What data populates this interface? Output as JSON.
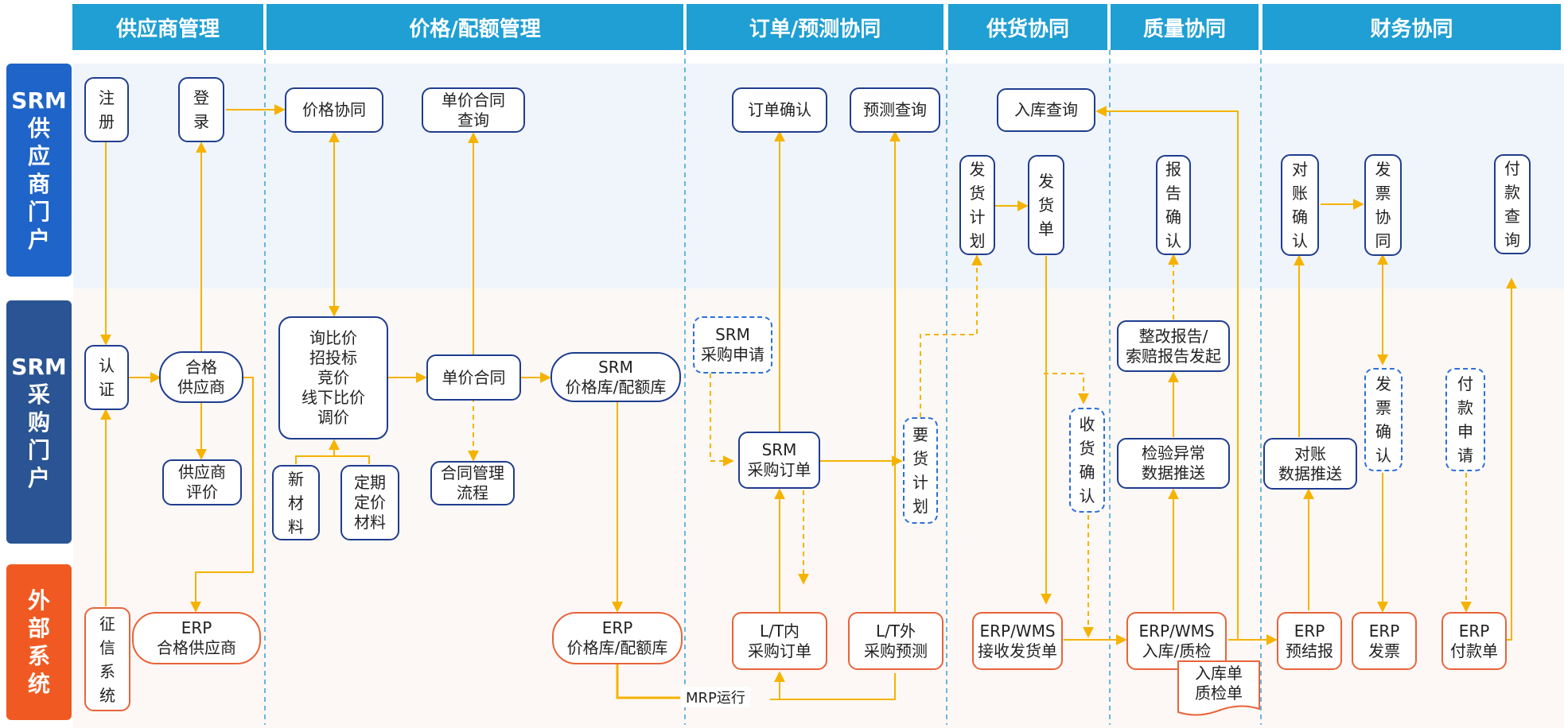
{
  "headers": [
    "供应商管理",
    "价格/配额管理",
    "订单/预测协同",
    "供货协同",
    "质量协同",
    "财务协同"
  ],
  "lanes": [
    {
      "label": "SRM供应商门户",
      "color": "#1f64c8"
    },
    {
      "label": "SRM采购门户",
      "color": "#2a5493"
    },
    {
      "label": "外部系统",
      "color": "#f05a22"
    }
  ],
  "nodes": {
    "zhuce": "注册",
    "denglu": "登录",
    "renzheng": "认证",
    "hege": "合格供应商",
    "pingjia": "供应商评价",
    "zhengxin": "征信系统",
    "erp_hege": "ERP合格供应商",
    "jiage_xietong": "价格协同",
    "danjia_chaxun": "单价合同查询",
    "xunbijia": "询比价招投标竞价线下比价调价",
    "xincailiao": "新材料",
    "dingqi": "定期定价材料",
    "danjia_hetong": "单价合同",
    "hetong_liucheng": "合同管理流程",
    "srm_jiageku": "SRM价格库/配额库",
    "erp_jiageku": "ERP价格库/配额库",
    "dingdan_queren": "订单确认",
    "yuce_chaxun": "预测查询",
    "srm_shenqing": "SRM采购申请",
    "srm_dingdan": "SRM采购订单",
    "yaohuo": "要货计划",
    "lt_nei": "L/T内采购订单",
    "lt_wai": "L/T外采购预测",
    "mrp": "MRP运行",
    "ruku_chaxun": "入库查询",
    "fahuo_jihua": "发货计划",
    "fahuodan": "发货单",
    "shouhuo": "收货确认",
    "erp_wms_recv": "ERP/WMS接收发货单",
    "baogao_queren": "报告确认",
    "zhenggai": "整改报告/索赔报告发起",
    "jianyan": "检验异常数据推送",
    "erp_wms_ruku": "ERP/WMS入库/质检",
    "rukudan": "入库单质检单",
    "duizhang_queren": "对账确认",
    "fapiao_xietong": "发票协同",
    "fukuan_chaxun": "付款查询",
    "duizhang_tuisong": "对账数据推送",
    "fapiao_queren": "发票确认",
    "fukuan_shenqing": "付款申请",
    "erp_yujie": "ERP预结报",
    "erp_fapiao": "ERP发票",
    "erp_fukuan": "ERP付款单"
  }
}
